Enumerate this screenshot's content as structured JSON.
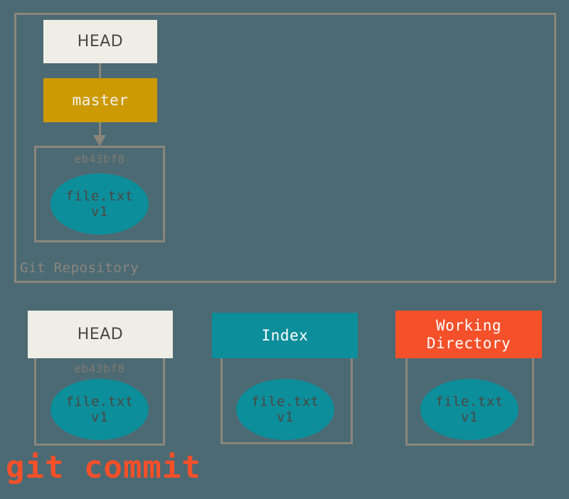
{
  "diagram": {
    "title": "git commit",
    "command_caption": "git commit",
    "repository": {
      "label": "Git Repository",
      "head": {
        "label": "HEAD"
      },
      "branch": {
        "label": "master"
      },
      "commit": {
        "hash": "eb43bf8",
        "blob": {
          "filename": "file.txt",
          "version": "v1"
        }
      },
      "connectors": [
        {
          "from": "HEAD",
          "to": "master",
          "arrow": false
        },
        {
          "from": "master",
          "to": "eb43bf8",
          "arrow": true
        }
      ]
    },
    "areas": [
      {
        "key": "head",
        "label": "HEAD",
        "hash": "eb43bf8",
        "blob": {
          "filename": "file.txt",
          "version": "v1"
        }
      },
      {
        "key": "index",
        "label": "Index",
        "hash": "",
        "blob": {
          "filename": "file.txt",
          "version": "v1"
        }
      },
      {
        "key": "working-directory",
        "label": "Working\nDirectory",
        "label_line1": "Working",
        "label_line2": "Directory",
        "hash": "",
        "blob": {
          "filename": "file.txt",
          "version": "v1"
        }
      }
    ]
  },
  "colors": {
    "background": "#4c6a73",
    "border": "#8a867c",
    "head_fill": "#eeeee6",
    "branch_fill": "#cc9a03",
    "index_fill": "#0d8e9b",
    "working_fill": "#f4502a",
    "blob_fill": "#0d8e9b",
    "command_text": "#f4502a",
    "muted_text": "#7e7a70",
    "dark_text": "#4a4742"
  }
}
